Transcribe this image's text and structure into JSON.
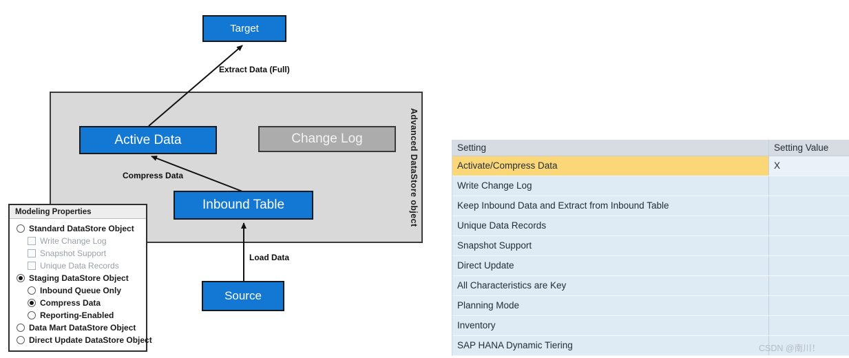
{
  "diagram": {
    "container_label": "Advanced DataStore object",
    "nodes": {
      "target": "Target",
      "active_data": "Active Data",
      "change_log": "Change Log",
      "inbound_table": "Inbound Table",
      "source": "Source"
    },
    "edges": {
      "extract": "Extract Data (Full)",
      "compress": "Compress Data",
      "load": "Load Data"
    }
  },
  "modeling_panel": {
    "title": "Modeling Properties",
    "items": [
      {
        "label": "Standard DataStore Object",
        "type": "radio",
        "checked": false,
        "disabled": false,
        "indent": 1
      },
      {
        "label": "Write Change Log",
        "type": "checkbox",
        "checked": false,
        "disabled": true,
        "indent": 2
      },
      {
        "label": "Snapshot Support",
        "type": "checkbox",
        "checked": false,
        "disabled": true,
        "indent": 2
      },
      {
        "label": "Unique Data Records",
        "type": "checkbox",
        "checked": false,
        "disabled": true,
        "indent": 2
      },
      {
        "label": "Staging DataStore Object",
        "type": "radio",
        "checked": true,
        "disabled": false,
        "indent": 1
      },
      {
        "label": "Inbound Queue Only",
        "type": "radio",
        "checked": false,
        "disabled": false,
        "indent": 2
      },
      {
        "label": "Compress Data",
        "type": "radio",
        "checked": true,
        "disabled": false,
        "indent": 2
      },
      {
        "label": "Reporting-Enabled",
        "type": "radio",
        "checked": false,
        "disabled": false,
        "indent": 2
      },
      {
        "label": "Data Mart DataStore Object",
        "type": "radio",
        "checked": false,
        "disabled": false,
        "indent": 1
      },
      {
        "label": "Direct Update DataStore Object",
        "type": "radio",
        "checked": false,
        "disabled": false,
        "indent": 1
      }
    ]
  },
  "settings_table": {
    "columns": [
      "Setting",
      "Setting Value"
    ],
    "rows": [
      {
        "setting": "Activate/Compress Data",
        "value": "X",
        "highlighted": true
      },
      {
        "setting": "Write Change Log",
        "value": "",
        "highlighted": false
      },
      {
        "setting": "Keep Inbound Data and Extract from Inbound Table",
        "value": "",
        "highlighted": false
      },
      {
        "setting": "Unique Data Records",
        "value": "",
        "highlighted": false
      },
      {
        "setting": "Snapshot Support",
        "value": "",
        "highlighted": false
      },
      {
        "setting": "Direct Update",
        "value": "",
        "highlighted": false
      },
      {
        "setting": "All Characteristics are Key",
        "value": "",
        "highlighted": false
      },
      {
        "setting": "Planning Mode",
        "value": "",
        "highlighted": false
      },
      {
        "setting": "Inventory",
        "value": "",
        "highlighted": false
      },
      {
        "setting": "SAP HANA Dynamic Tiering",
        "value": "",
        "highlighted": false
      }
    ]
  },
  "watermark": "CSDN @南川！",
  "colors": {
    "node_blue": "#1278d3",
    "container_gray": "#d9d9d9",
    "changelog_gray": "#acacac",
    "highlight_yellow": "#fbd778",
    "table_header_gray": "#d6dce2",
    "table_row_blue": "#deeaf4",
    "arrow_black": "#111111"
  }
}
